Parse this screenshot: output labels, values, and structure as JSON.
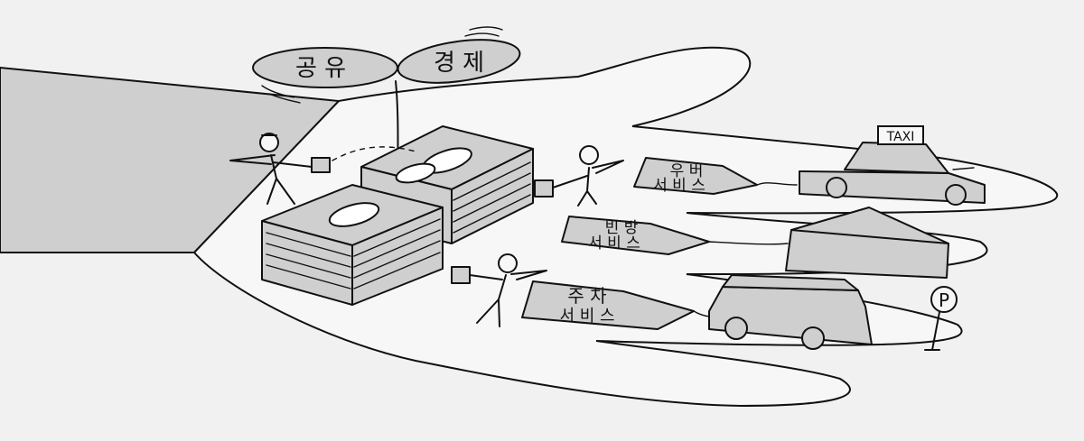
{
  "sprout": {
    "left_leaf": "공 유",
    "right_leaf": "경 제"
  },
  "signs": {
    "uber_line1": "우 버",
    "uber_line2": "서 비 스",
    "room_line1": "빈 방",
    "room_line2": "서 비 스",
    "parking_line1": "주 차",
    "parking_line2": "서 비 스"
  },
  "taxi_sign": "TAXI",
  "parking_sign": "P",
  "colors": {
    "background": "#f1f1f1",
    "hand": "#f7f7f7",
    "shade": "#cfcfcf",
    "ink": "#111111"
  }
}
